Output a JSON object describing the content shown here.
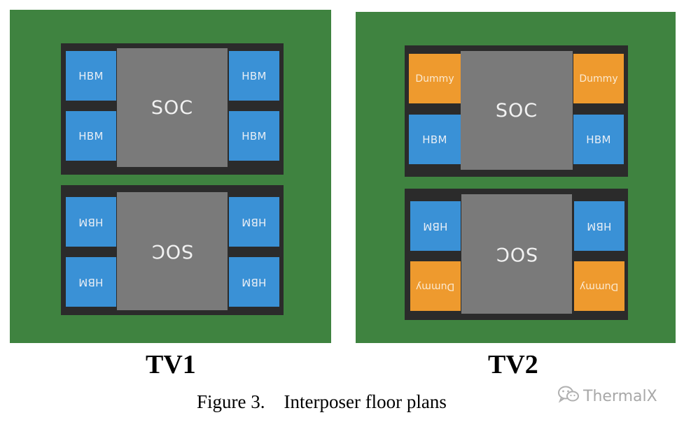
{
  "colors": {
    "board": "#3f8340",
    "interposer": "#2b2b2b",
    "hbm": "#3a91d6",
    "dummy": "#ee9a2e",
    "soc": "#7a7a7a"
  },
  "tv1": {
    "label": "TV1",
    "top_interposer": {
      "left_top": "HBM",
      "left_bottom": "HBM",
      "soc": "SOC",
      "right_top": "HBM",
      "right_bottom": "HBM"
    },
    "bottom_interposer": {
      "left_top": "HBM",
      "left_bottom": "HBM",
      "soc": "SOC",
      "right_top": "HBM",
      "right_bottom": "HBM"
    }
  },
  "tv2": {
    "label": "TV2",
    "top_interposer": {
      "left_top": "Dummy",
      "left_bottom": "HBM",
      "soc": "SOC",
      "right_top": "Dummy",
      "right_bottom": "HBM"
    },
    "bottom_interposer": {
      "left_top": "HBM",
      "left_bottom": "Dummy",
      "soc": "SOC",
      "right_top": "HBM",
      "right_bottom": "Dummy"
    }
  },
  "caption": "Figure 3.    Interposer floor plans",
  "watermark": {
    "icon": "wechat-icon",
    "text": "ThermalX"
  }
}
